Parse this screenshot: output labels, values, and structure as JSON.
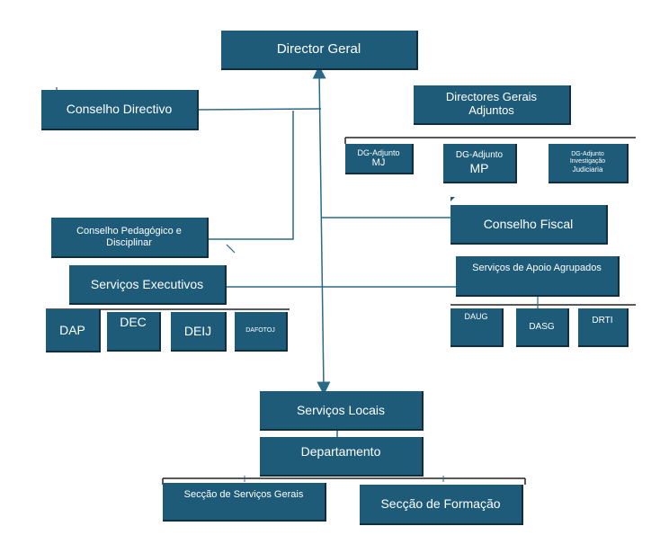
{
  "nodes": {
    "director_geral": "Director Geral",
    "conselho_directivo": "Conselho Directivo",
    "directores_adjuntos_line1": "Directores Gerais",
    "directores_adjuntos_line2": "Adjuntos",
    "dg_mj_line1": "DG-Adjunto",
    "dg_mj_line2": "MJ",
    "dg_mp_line1": "DG-Adjunto",
    "dg_mp_line2": "MP",
    "dg_ij_line1": "DG-Adjunto",
    "dg_ij_line2": "Investigação",
    "dg_ij_line3": "Judiciaria",
    "conselho_pedagogico_line1": "Conselho Pedagógico e",
    "conselho_pedagogico_line2": "Disciplinar",
    "conselho_fiscal": "Conselho Fiscal",
    "servicos_executivos": "Serviços Executivos",
    "servicos_apoio": "Serviços de Apoio Agrupados",
    "dap": "DAP",
    "dec": "DEC",
    "deij": "DEIJ",
    "dafotoj": "DAFOTOJ",
    "daug": "DAUG",
    "dasg": "DASG",
    "drti": "DRTI",
    "servicos_locais": "Serviços Locais",
    "departamento": "Departamento",
    "seccao_servicos_gerais": "Secção de Serviços Gerais",
    "seccao_formacao": "Secção de Formação"
  },
  "colors": {
    "box_fill": "#1d5b79",
    "box_text": "#ffffff",
    "connector": "#2a6a86",
    "rule": "#222222"
  }
}
